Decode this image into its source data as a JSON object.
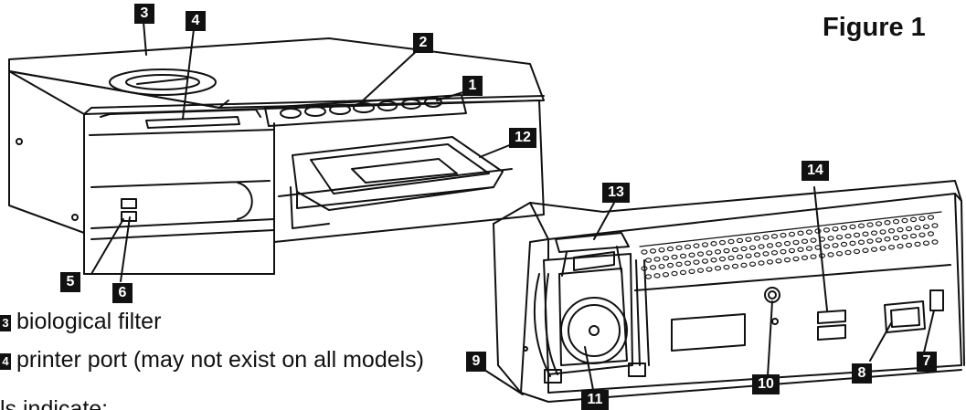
{
  "figure_title": "Figure 1",
  "callouts": {
    "c1": "1",
    "c2": "2",
    "c3": "3",
    "c4": "4",
    "c5": "5",
    "c6": "6",
    "c7": "7",
    "c8": "8",
    "c9": "9",
    "c10": "10",
    "c11": "11",
    "c12": "12",
    "c13": "13",
    "c14": "14"
  },
  "captions": {
    "line13": {
      "marker": "3",
      "text": "biological filter"
    },
    "line14": {
      "marker": "4",
      "text": "printer port (may not exist on all models)"
    },
    "partial": "ls indicate:"
  }
}
